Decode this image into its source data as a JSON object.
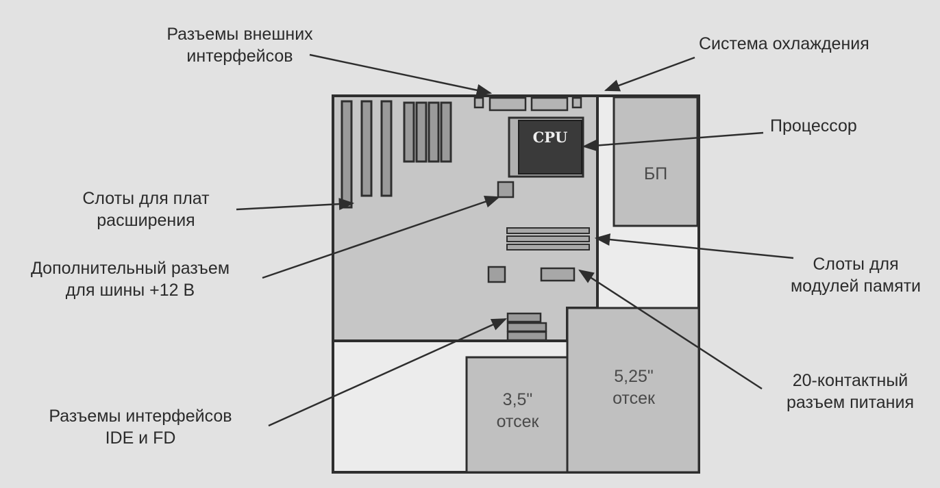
{
  "labels": {
    "ext_ports": [
      "Разъемы внешних",
      "интерфейсов"
    ],
    "cooling": "Система охлаждения",
    "cpu": "Процессор",
    "exp_slots": [
      "Слоты для плат",
      "расширения"
    ],
    "aux_conn": [
      "Дополнительный разъем",
      "для шины +12 В"
    ],
    "mem_slots": [
      "Слоты для",
      "модулей памяти"
    ],
    "power_conn": [
      "20-контактный",
      "разъем питания"
    ],
    "ide_fd": [
      "Разъемы интерфейсов",
      "IDE и FD"
    ]
  },
  "components": {
    "cpu_chip": "CPU",
    "psu": "БП",
    "bay_525": [
      "5,25\"",
      "отсек"
    ],
    "bay_35": [
      "3,5\"",
      "отсек"
    ]
  },
  "colors": {
    "background": "#e2e2e2",
    "board": "#c6c6c6",
    "stroke": "#2e2e2e",
    "cpu": "#3a3a3a"
  }
}
